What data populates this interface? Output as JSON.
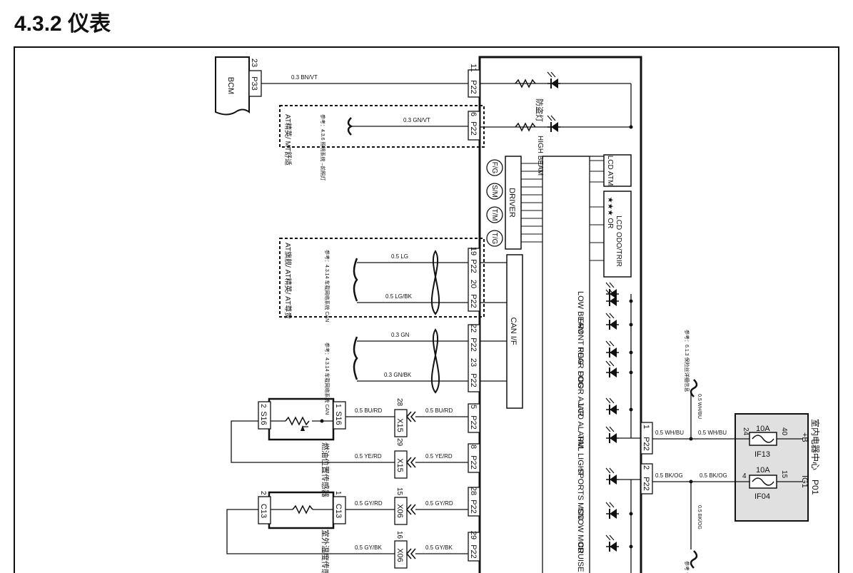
{
  "page": {
    "section_number": "4.3.2",
    "section_title": "仪表"
  },
  "labels": {
    "bcm": "BCM",
    "driver": "DRIVER",
    "can_if": "CAN I/F",
    "high_beam": "HIGH BEAM",
    "anti_theft": "防盗灯",
    "lcd_atm": "LCD ATM",
    "lcd_odo": "LCD ODO/TRIR",
    "lcd_stars": "★★★ OR",
    "fuse_box": "室内电器中心",
    "fuse_box_conn": "P01",
    "fuse_10a_a": "10A",
    "fuse_10a_b": "10A",
    "fuse_if13": "IF13",
    "fuse_if04": "IF04",
    "plus_b": "+B",
    "ig1": "IG1",
    "fuel_sensor": "燃油位置传感器",
    "temp_sensor": "室外温度传感器",
    "ref_lighting": "参考：4.3.6 照明系统 –前照灯",
    "ref_can1": "参考：4.3.14 车载网络系统 CAN",
    "ref_can2": "参考：4.3.14 车载网络系统 CAN",
    "ref_fuse": "参考：6.1.3 保险丝详细信息",
    "ref_fuse2": "参考 保险",
    "variant_top": "AT精英/ MT舒适",
    "variant_can": "AT旗舰/ AT精英/ AT尊贵"
  },
  "indicators": [
    "LOW BEAM",
    "FRONT FOG",
    "REAR FOG",
    "DOOR AJAR",
    "LCD ALARM",
    "TAIL LIGHT",
    "SPORTS MOD",
    "SNOW MOD",
    "CRUISE"
  ],
  "gauges": [
    "F/G",
    "S/M",
    "T/M",
    "T/G"
  ],
  "wires": {
    "bnvt": "0.3 BN/VT",
    "gnvt": "0.3 GN/VT",
    "lg": "0.5 LG",
    "lgbk": "0.5 LG/BK",
    "gn": "0.3 GN",
    "gnbk": "0.3 GN/BK",
    "burd1": "0.5 BU/RD",
    "burd2": "0.5 BU/RD",
    "yerd1": "0.5 YE/RD",
    "yerd2": "0.5 YE/RD",
    "gyrd1": "0.5 GY/RD",
    "gyrd2": "0.5 GY/RD",
    "gybk1": "0.5 GY/BK",
    "gybk2": "0.5 GY/BK",
    "whbu1": "0.5 WH/BU",
    "whbu2": "0.5 WH/BU",
    "whbu_v": "0.5 WH/BU",
    "bkog1": "0.5 BK/OG",
    "bkog2": "0.5 BK/OG",
    "bkog_v": "0.5 BK/OG"
  },
  "connectors": {
    "p33": "P33",
    "p33_pin": "23",
    "p22": "P22",
    "p22_pins": [
      "11",
      "6",
      "19",
      "20",
      "22",
      "23",
      "5",
      "8",
      "28",
      "29",
      "1",
      "2"
    ],
    "s16": "S16",
    "s16_pin1": "1",
    "s16_pin2": "2",
    "c13": "C13",
    "c13_pin1": "1",
    "c13_pin2": "2",
    "x15": "X15",
    "x15_pin1": "28",
    "x15_pin2": "29",
    "x06": "X06",
    "x06_pin1": "15",
    "x06_pin2": "16",
    "p01_pins": [
      "24",
      "40",
      "4",
      "15"
    ]
  }
}
